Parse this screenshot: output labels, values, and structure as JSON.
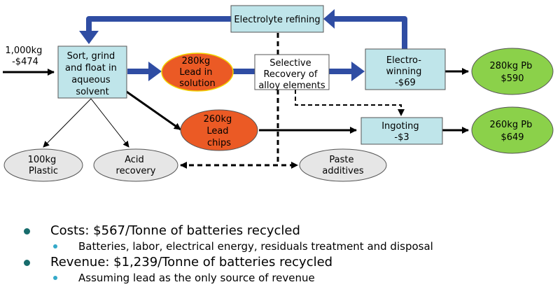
{
  "colors": {
    "process_fill": "#bfe5ea",
    "lead_fill": "#eb5a25",
    "product_fill": "#8bd14a",
    "byproduct_fill": "#e6e6e6",
    "blue_flow": "#2f4da3",
    "bullet_main": "#176c6c",
    "bullet_sub": "#34a9c9"
  },
  "diagram": {
    "input": {
      "line1": "1,000kg",
      "line2": "-$474"
    },
    "sort": {
      "line1": "Sort, grind",
      "line2": "and float in",
      "line3": "aqueous",
      "line4": "solvent"
    },
    "electrolyte": {
      "label": "Electrolyte refining"
    },
    "lead_solution": {
      "line1": "280kg",
      "line2": "Lead in",
      "line3": "solution"
    },
    "selective": {
      "line1": "Selective",
      "line2": "Recovery of",
      "line3": "alloy elements"
    },
    "electrowinning": {
      "line1": "Electro-",
      "line2": "winning",
      "line3": "-$69"
    },
    "pb_280": {
      "line1": "280kg Pb",
      "line2": "$590"
    },
    "lead_chips": {
      "line1": "260kg",
      "line2": "Lead",
      "line3": "chips"
    },
    "ingoting": {
      "line1": "Ingoting",
      "line2": "-$3"
    },
    "pb_260": {
      "line1": "260kg Pb",
      "line2": "$649"
    },
    "plastic": {
      "line1": "100kg",
      "line2": "Plastic"
    },
    "acid": {
      "line1": "Acid",
      "line2": "recovery"
    },
    "paste": {
      "line1": "Paste",
      "line2": "additives"
    }
  },
  "bullets": [
    {
      "text": "Costs: $567/Tonne of batteries recycled",
      "sub": "Batteries, labor, electrical energy, residuals treatment and disposal"
    },
    {
      "text": "Revenue: $1,239/Tonne of batteries recycled",
      "sub": "Assuming lead as the only source of revenue"
    }
  ]
}
